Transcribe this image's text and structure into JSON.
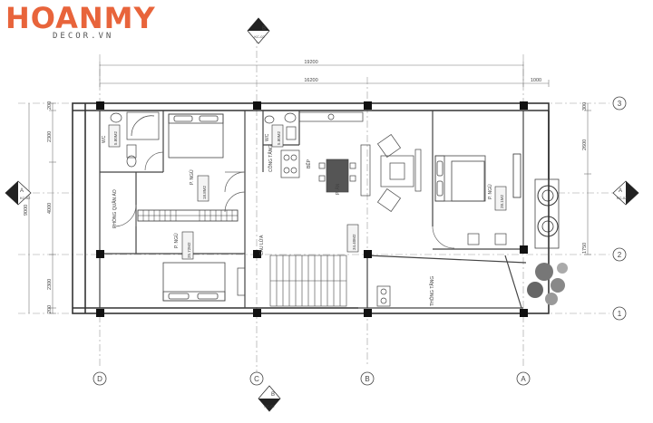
{
  "brand": {
    "name": "HOANMY",
    "sub": "DECOR.VN",
    "color": "#e8643b"
  },
  "dims_top": {
    "total": "19200",
    "sub": "16200",
    "small": "1000"
  },
  "dims_left": [
    "200",
    "2300",
    "4000",
    "2300",
    "200"
  ],
  "dims_right": [
    "300",
    "2600",
    "1750"
  ],
  "dims_side_total": "9000",
  "axes_bottom": [
    "D",
    "C",
    "B",
    "A"
  ],
  "axes_right": [
    "3",
    "2",
    "1"
  ],
  "sections": {
    "a_label": "A",
    "b_label": "B",
    "sub": "KC-02"
  },
  "rooms": {
    "wc_left": {
      "name": "WC",
      "area": "5.80M2"
    },
    "ngu_1": {
      "name": "P. NGỦ",
      "area": "18.8M2"
    },
    "ngu_2": {
      "name": "P. NGỦ",
      "area": "25.72M2"
    },
    "quan_ao": {
      "name": "PHÒNG QUẦN ÁO"
    },
    "wc_mid": {
      "name": "WC",
      "area": "5.80M2"
    },
    "cong_tang": {
      "name": "CÔNG TẮNG"
    },
    "bep": {
      "name": "BẾP"
    },
    "an": {
      "name": "P. ĂN"
    },
    "an_area": {
      "area": "34.40M2"
    },
    "cau_lua": {
      "name": "CẦU LỬA"
    },
    "ngu_3": {
      "name": "P. NGỦ",
      "area": "28.1M2"
    },
    "thong_tang": {
      "name": "THÔNG TẦNG"
    }
  }
}
